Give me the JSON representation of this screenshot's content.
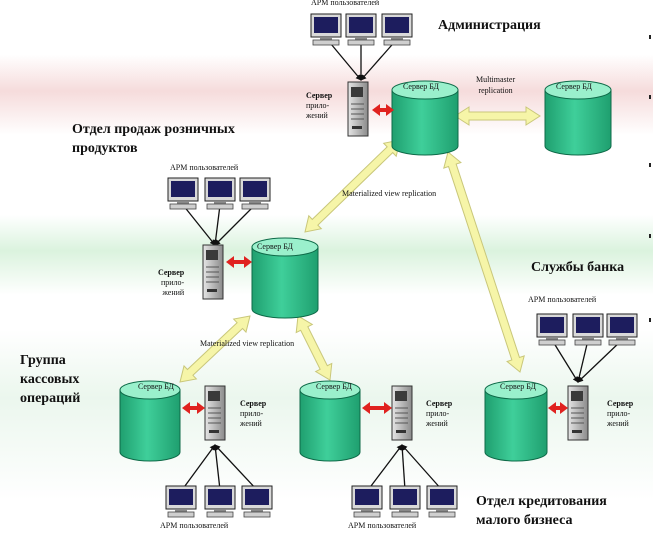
{
  "departments": {
    "admin": "Администрация",
    "retail": "Отдел продаж розничных продуктов",
    "retail_line1": "Отдел продаж розничных",
    "retail_line2": "продуктов",
    "bank": "Службы банка",
    "cash_line1": "Группа",
    "cash_line2": "кассовых",
    "cash_line3": "операций",
    "credit_line1": "Отдел кредитования",
    "credit_line2": "малого бизнеса"
  },
  "labels": {
    "workstations": "АРМ пользователей",
    "db_server": "Сервер БД",
    "app_server_line1": "Сервер",
    "app_server_line2": "прило-",
    "app_server_line3": "жений",
    "multimaster_line1": "Multimaster",
    "multimaster_line2": "replication",
    "mv_replication": "Materialized view replication"
  },
  "colors": {
    "db": "#3fcf9a",
    "db_dark": "#1f9f6f",
    "db_top": "#9af0cc",
    "arrow_fill": "#f6f5a8",
    "arrow_stroke": "#c9c77a",
    "red_arrow": "#e0221f"
  },
  "icons": {
    "workstation": "computer-monitor-icon",
    "app_server": "server-tower-icon",
    "database": "database-cylinder-icon"
  }
}
